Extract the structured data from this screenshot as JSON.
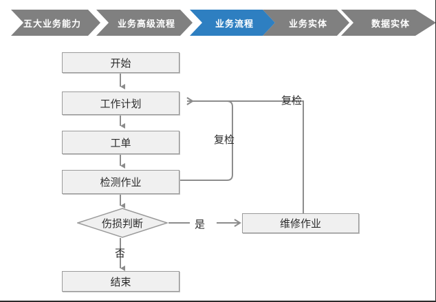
{
  "breadcrumb": {
    "active_color": "#2e7fc1",
    "inactive_color": "#808080",
    "items": [
      {
        "label": "五大业务能力",
        "state": "inactive"
      },
      {
        "label": "业务高级流程",
        "state": "inactive"
      },
      {
        "label": "业务流程",
        "state": "active"
      },
      {
        "label": "业务实体",
        "state": "inactive"
      },
      {
        "label": "数据实体",
        "state": "inactive"
      }
    ]
  },
  "flowchart": {
    "node_fill": "#f0f0f0",
    "node_border": "#9a9a9a",
    "connector_color": "#8c8c8c",
    "nodes": [
      {
        "id": "start",
        "shape": "rect",
        "label": "开始"
      },
      {
        "id": "work_plan",
        "shape": "rect",
        "label": "工作计划"
      },
      {
        "id": "work_order",
        "shape": "rect",
        "label": "工单"
      },
      {
        "id": "inspection",
        "shape": "rect",
        "label": "检测作业"
      },
      {
        "id": "decision",
        "shape": "diamond",
        "label": "伤损判断"
      },
      {
        "id": "repair",
        "shape": "rect",
        "label": "维修作业"
      },
      {
        "id": "end",
        "shape": "rect",
        "label": "结束"
      }
    ],
    "edge_labels": {
      "recheck_inner": "复检",
      "recheck_outer": "复检",
      "yes": "是",
      "no": "否"
    }
  }
}
